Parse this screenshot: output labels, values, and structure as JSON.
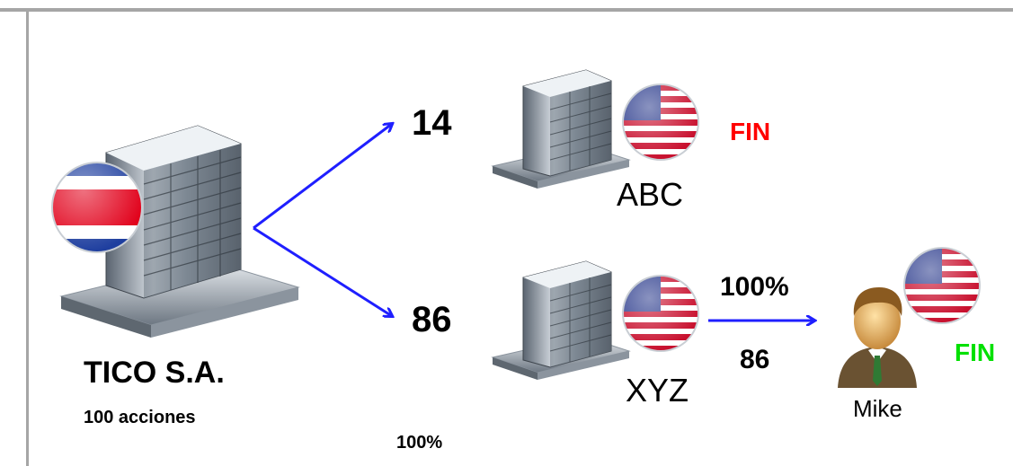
{
  "parent": {
    "name": "TICO S.A.",
    "shares": "100 acciones",
    "flag": "costa-rica-flag-icon"
  },
  "branches": [
    {
      "amount": "14",
      "company": "ABC",
      "flag": "usa-flag-icon",
      "status": "FIN",
      "status_color": "#ff0000"
    },
    {
      "amount": "86",
      "company": "XYZ",
      "flag": "usa-flag-icon"
    }
  ],
  "transfer": {
    "percent": "100%",
    "amount": "86"
  },
  "owner": {
    "name": "Mike",
    "flag": "usa-flag-icon",
    "status": "FIN",
    "status_color": "#00e000"
  },
  "footnote": "100%",
  "colors": {
    "arrow": "#1f1fff",
    "frame": "#a6a6a6"
  }
}
